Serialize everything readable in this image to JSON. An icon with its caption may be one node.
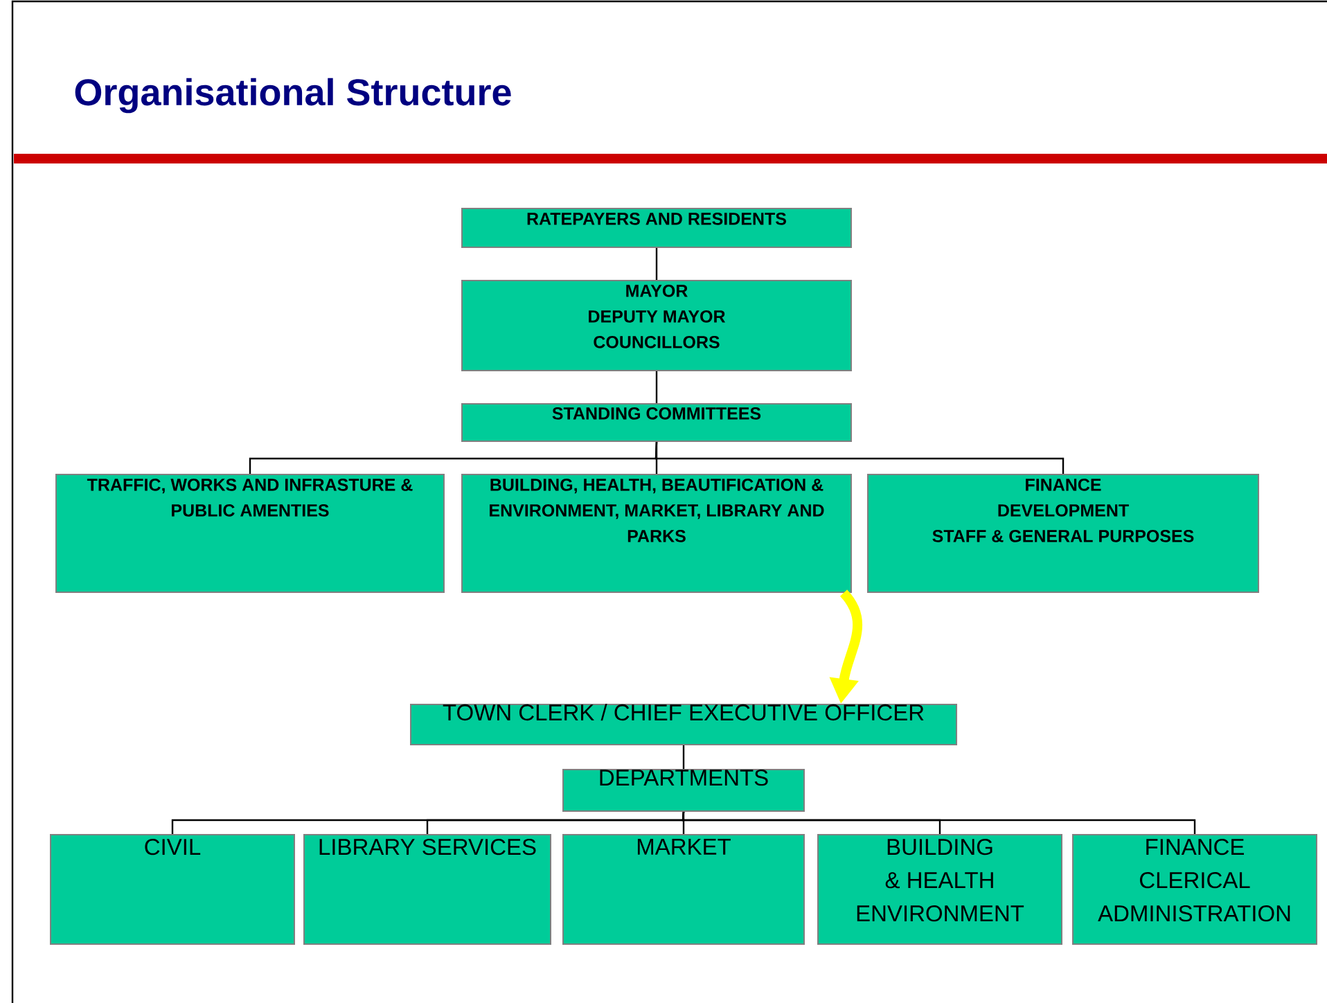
{
  "diagram": {
    "title": "Organisational Structure",
    "nodes": [
      {
        "text": [
          "RATEPAYERS AND RESIDENTS"
        ]
      },
      {
        "text": [
          "MAYOR",
          "DEPUTY MAYOR",
          "COUNCILLORS"
        ]
      },
      {
        "text": [
          "STANDING COMMITTEES"
        ]
      },
      {
        "text": [
          "TRAFFIC, WORKS AND INFRASTURE & PUBLIC AMENTIES"
        ]
      },
      {
        "text": [
          "BUILDING, HEALTH, BEAUTIFICATION & ENVIRONMENT, MARKET, LIBRARY AND PARKS"
        ]
      },
      {
        "text": [
          "FINANCE",
          "DEVELOPMENT",
          "STAFF & GENERAL PURPOSES"
        ]
      },
      {
        "text": [
          "TOWN CLERK / CHIEF EXECUTIVE OFFICER"
        ]
      },
      {
        "text": [
          "DEPARTMENTS"
        ]
      },
      {
        "text": [
          "CIVIL"
        ]
      },
      {
        "text": [
          "LIBRARY SERVICES"
        ]
      },
      {
        "text": [
          "MARKET"
        ]
      },
      {
        "text": [
          "BUILDING",
          "& HEALTH",
          "ENVIRONMENT"
        ]
      },
      {
        "text": [
          "FINANCE",
          "CLERICAL",
          "ADMINISTRATION"
        ]
      }
    ],
    "edges": [
      {
        "from": 0,
        "to": 1,
        "arrow": "none"
      },
      {
        "from": 1,
        "to": 2,
        "arrow": "none"
      },
      {
        "from": 2,
        "to": 3,
        "arrow": "none"
      },
      {
        "from": 2,
        "to": 4,
        "arrow": "none"
      },
      {
        "from": 2,
        "to": 5,
        "arrow": "none"
      },
      {
        "from": 4,
        "to": 6,
        "arrow": "to",
        "style": "thick",
        "color": "#ffff00"
      },
      {
        "from": 6,
        "to": 7,
        "arrow": "none"
      },
      {
        "from": 7,
        "to": 8,
        "arrow": "none"
      },
      {
        "from": 7,
        "to": 9,
        "arrow": "none"
      },
      {
        "from": 7,
        "to": 10,
        "arrow": "none"
      },
      {
        "from": 7,
        "to": 11,
        "arrow": "none"
      },
      {
        "from": 7,
        "to": 12,
        "arrow": "none"
      }
    ]
  }
}
